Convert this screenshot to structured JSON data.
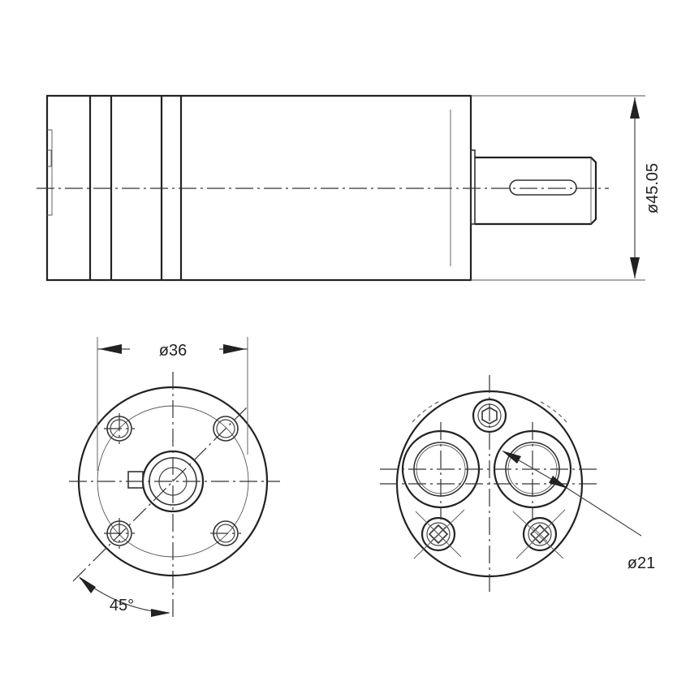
{
  "dimensions": {
    "shaft_dia": "ø45.05",
    "bolt_circle": "ø36",
    "angle": "45°",
    "port_circle": "ø21"
  }
}
